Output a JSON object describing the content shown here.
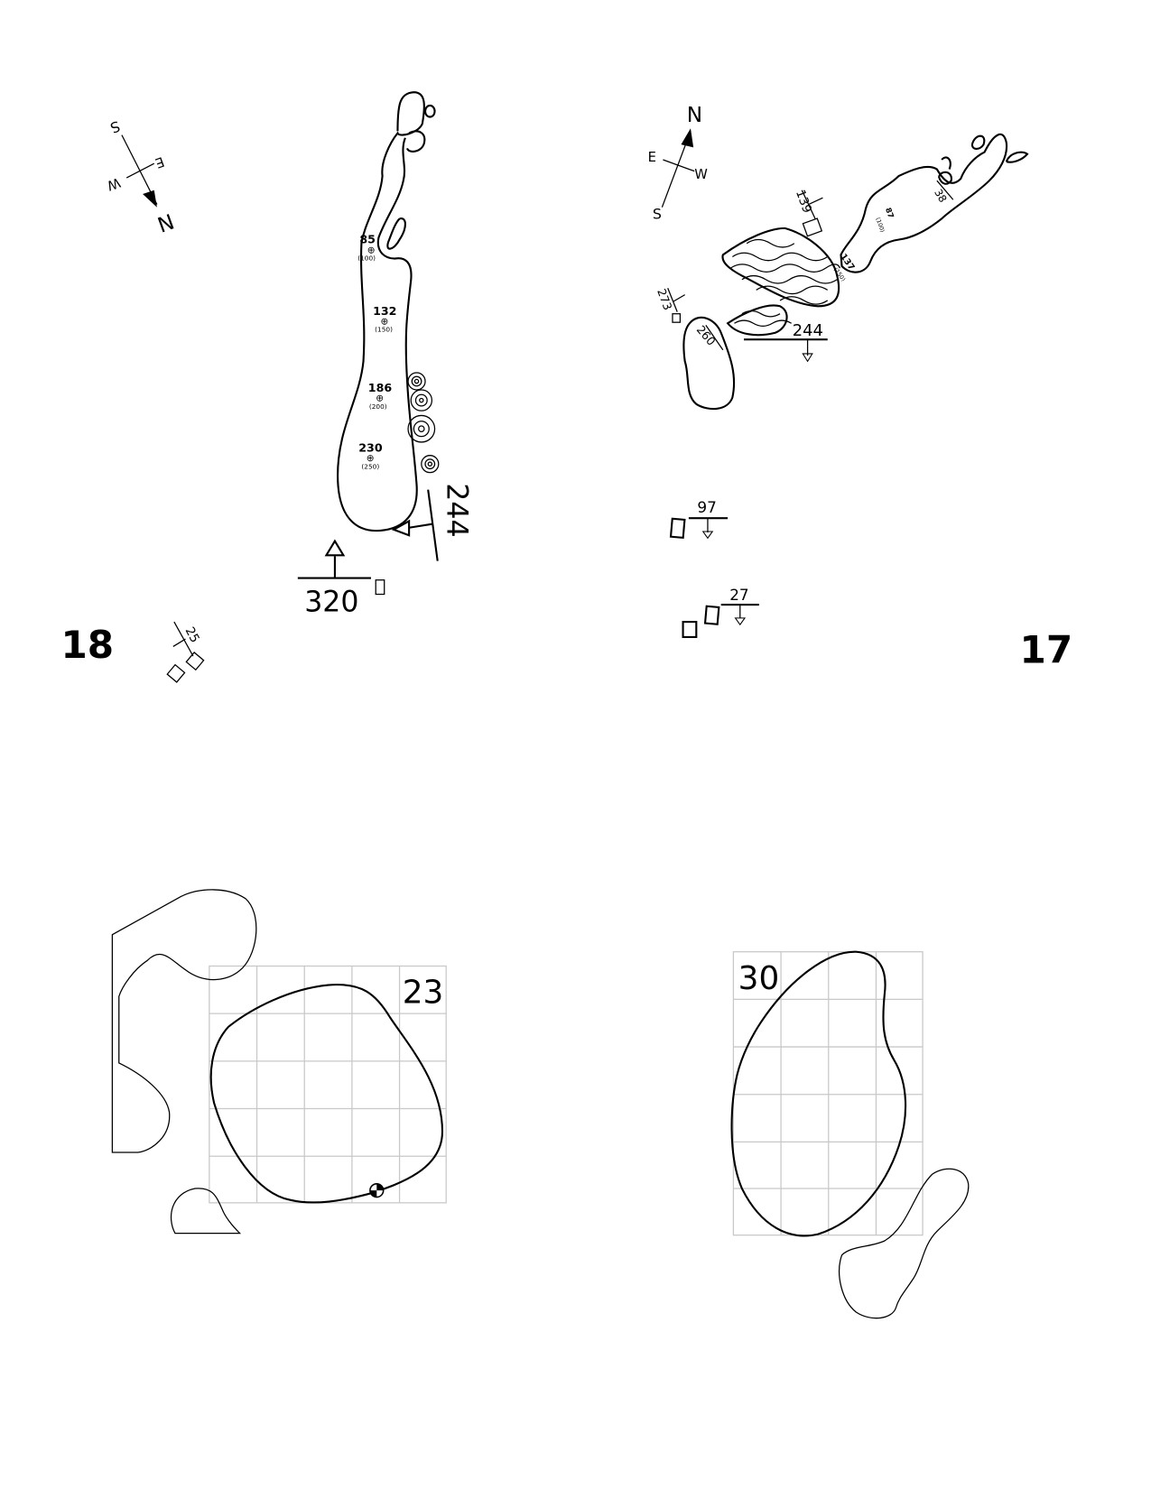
{
  "hole_18": {
    "number": "18",
    "compass": {
      "n": "N",
      "s": "S",
      "e": "E",
      "w": "W"
    },
    "markers": [
      {
        "yards": "85",
        "to_center": "(100)"
      },
      {
        "yards": "132",
        "to_center": "(150)"
      },
      {
        "yards": "186",
        "to_center": "(200)"
      },
      {
        "yards": "230",
        "to_center": "(250)"
      }
    ],
    "carry_right": "244",
    "tee_distance": "320",
    "forward_tee": "25"
  },
  "hole_17": {
    "number": "17",
    "compass": {
      "n": "N",
      "s": "S",
      "e": "E",
      "w": "W"
    },
    "markers": [
      {
        "yards": "87",
        "to_center": "(100)"
      },
      {
        "yards": "137",
        "to_center": "(150)"
      }
    ],
    "green_carry": "38",
    "hazard_139": "139",
    "hazard_273": "273",
    "hazard_260": "260",
    "carry": "244",
    "tee_97": "97",
    "tee_27": "27"
  },
  "greens": [
    {
      "hole": "23"
    },
    {
      "hole": "30"
    }
  ]
}
